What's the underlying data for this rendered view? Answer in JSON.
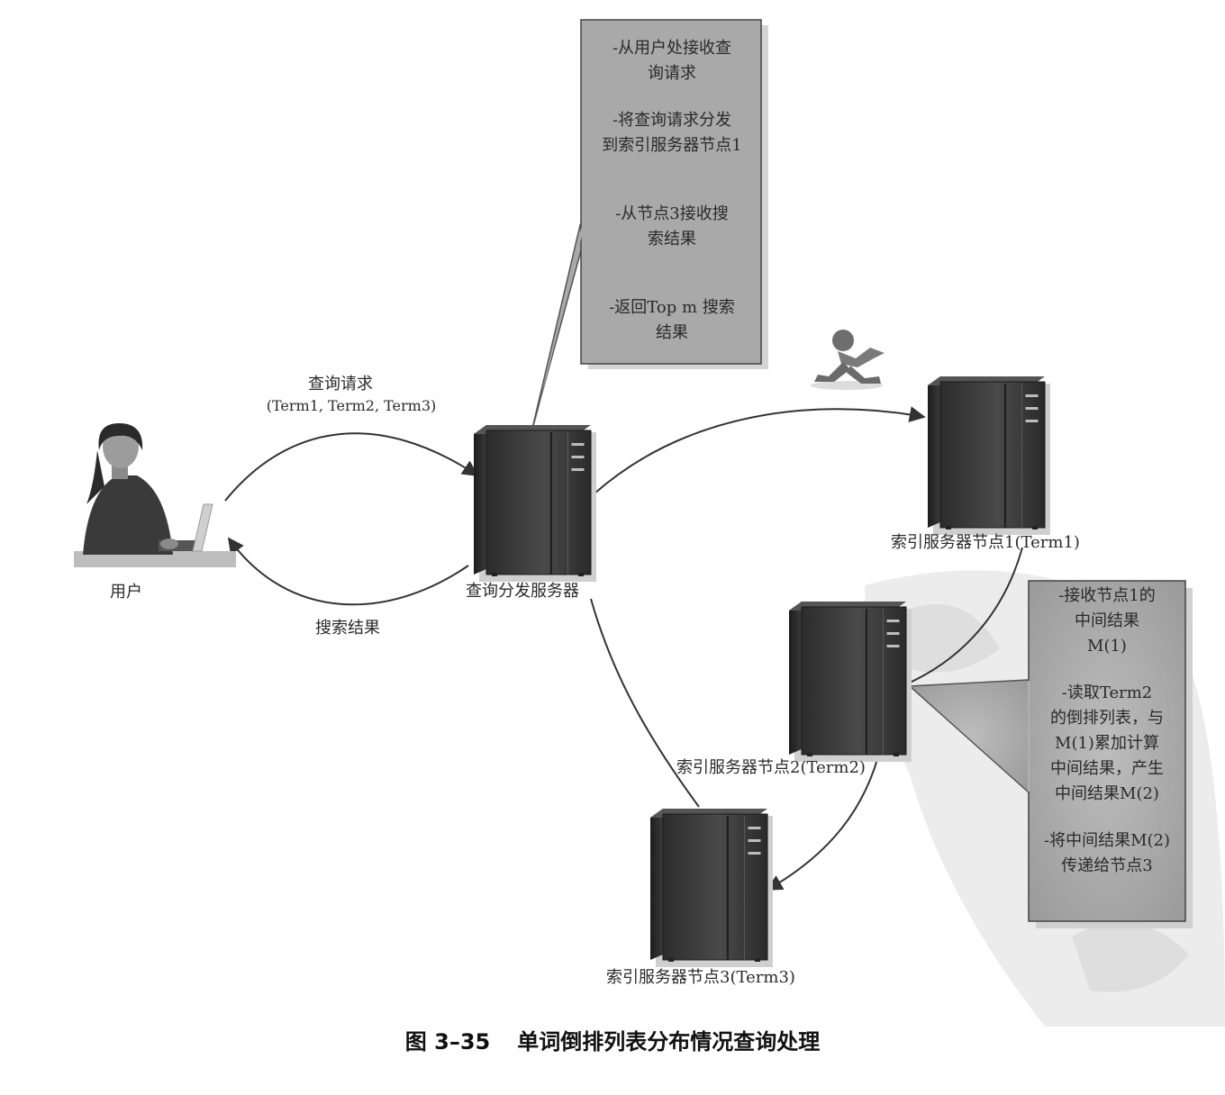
{
  "user": {
    "label": "用户"
  },
  "query_request": {
    "label": "查询请求",
    "terms": "(Term1, Term2, Term3)"
  },
  "search_results": {
    "label": "搜索结果"
  },
  "dispatch_server": {
    "label": "查询分发服务器"
  },
  "node1": {
    "label": "索引服务器节点1(Term1)"
  },
  "node2": {
    "label": "索引服务器节点2(Term2)"
  },
  "node3": {
    "label": "索引服务器节点3(Term3)"
  },
  "callout_dispatch": {
    "items": [
      [
        "-从用户处接收查",
        "询请求"
      ],
      [
        "-将查询请求分发",
        "到索引服务器节点1"
      ],
      [
        "-从节点3接收搜",
        "索结果"
      ],
      [
        "-返回Top m 搜索",
        "结果"
      ]
    ]
  },
  "callout_node2": {
    "items": [
      [
        "-接收节点1的",
        "中间结果",
        "M(1)"
      ],
      [
        "-读取Term2",
        "的倒排列表，与",
        "M(1)累加计算",
        "中间结果，产生",
        "中间结果M(2)"
      ],
      [
        "-将中间结果M(2)",
        "传递给节点3"
      ]
    ]
  },
  "caption": {
    "number": "图 3–35",
    "title": "单词倒排列表分布情况查询处理"
  },
  "colors": {
    "callout_fill": "#a9a9a9",
    "callout_shadow": "#d2d2d2",
    "server_body": "#3d3d3d",
    "server_front": "#2a2a2a",
    "watermark": "#e6e6e6"
  }
}
